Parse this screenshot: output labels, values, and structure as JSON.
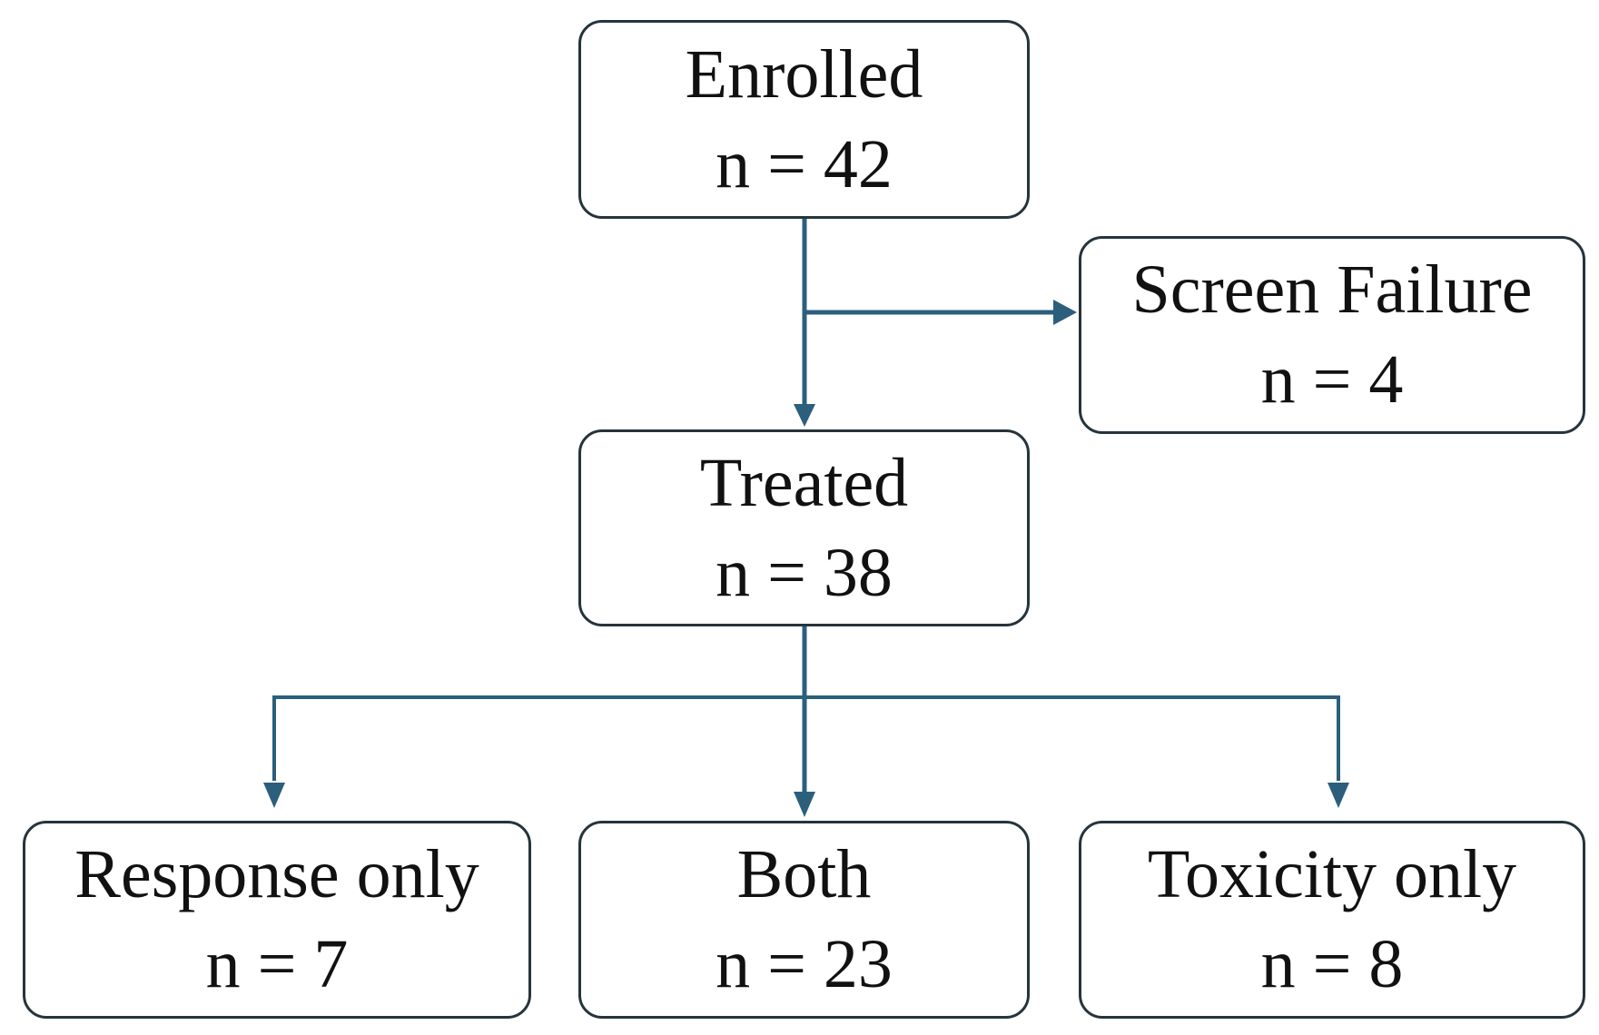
{
  "colors": {
    "arrow": "#2b5f7c",
    "box_border": "#26343c",
    "text": "#111111"
  },
  "flow": {
    "enrolled": {
      "label": "Enrolled",
      "count": "n = 42"
    },
    "screen_failure": {
      "label": "Screen Failure",
      "count": "n = 4"
    },
    "treated": {
      "label": "Treated",
      "count": "n = 38"
    },
    "response_only": {
      "label": "Response only",
      "count": "n = 7"
    },
    "both": {
      "label": "Both",
      "count": "n = 23"
    },
    "toxicity_only": {
      "label": "Toxicity only",
      "count": "n = 8"
    }
  }
}
